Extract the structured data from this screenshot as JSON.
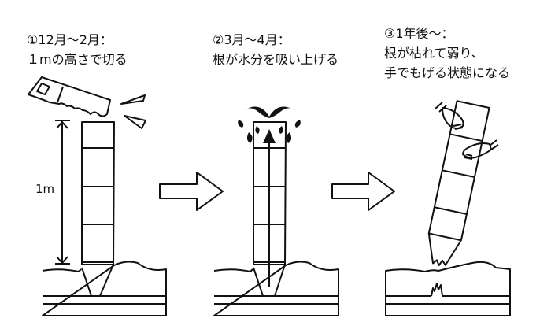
{
  "steps": [
    {
      "title": "①12月～2月：",
      "desc": "１mの高さで切る"
    },
    {
      "title": "②3月～4月：",
      "desc": "根が水分を吸い上げる"
    },
    {
      "title": "③1年後～：",
      "desc_line1": "根が枯れて弱り、",
      "desc_line2": "手でもげる状態になる"
    }
  ],
  "height_label": "1m"
}
